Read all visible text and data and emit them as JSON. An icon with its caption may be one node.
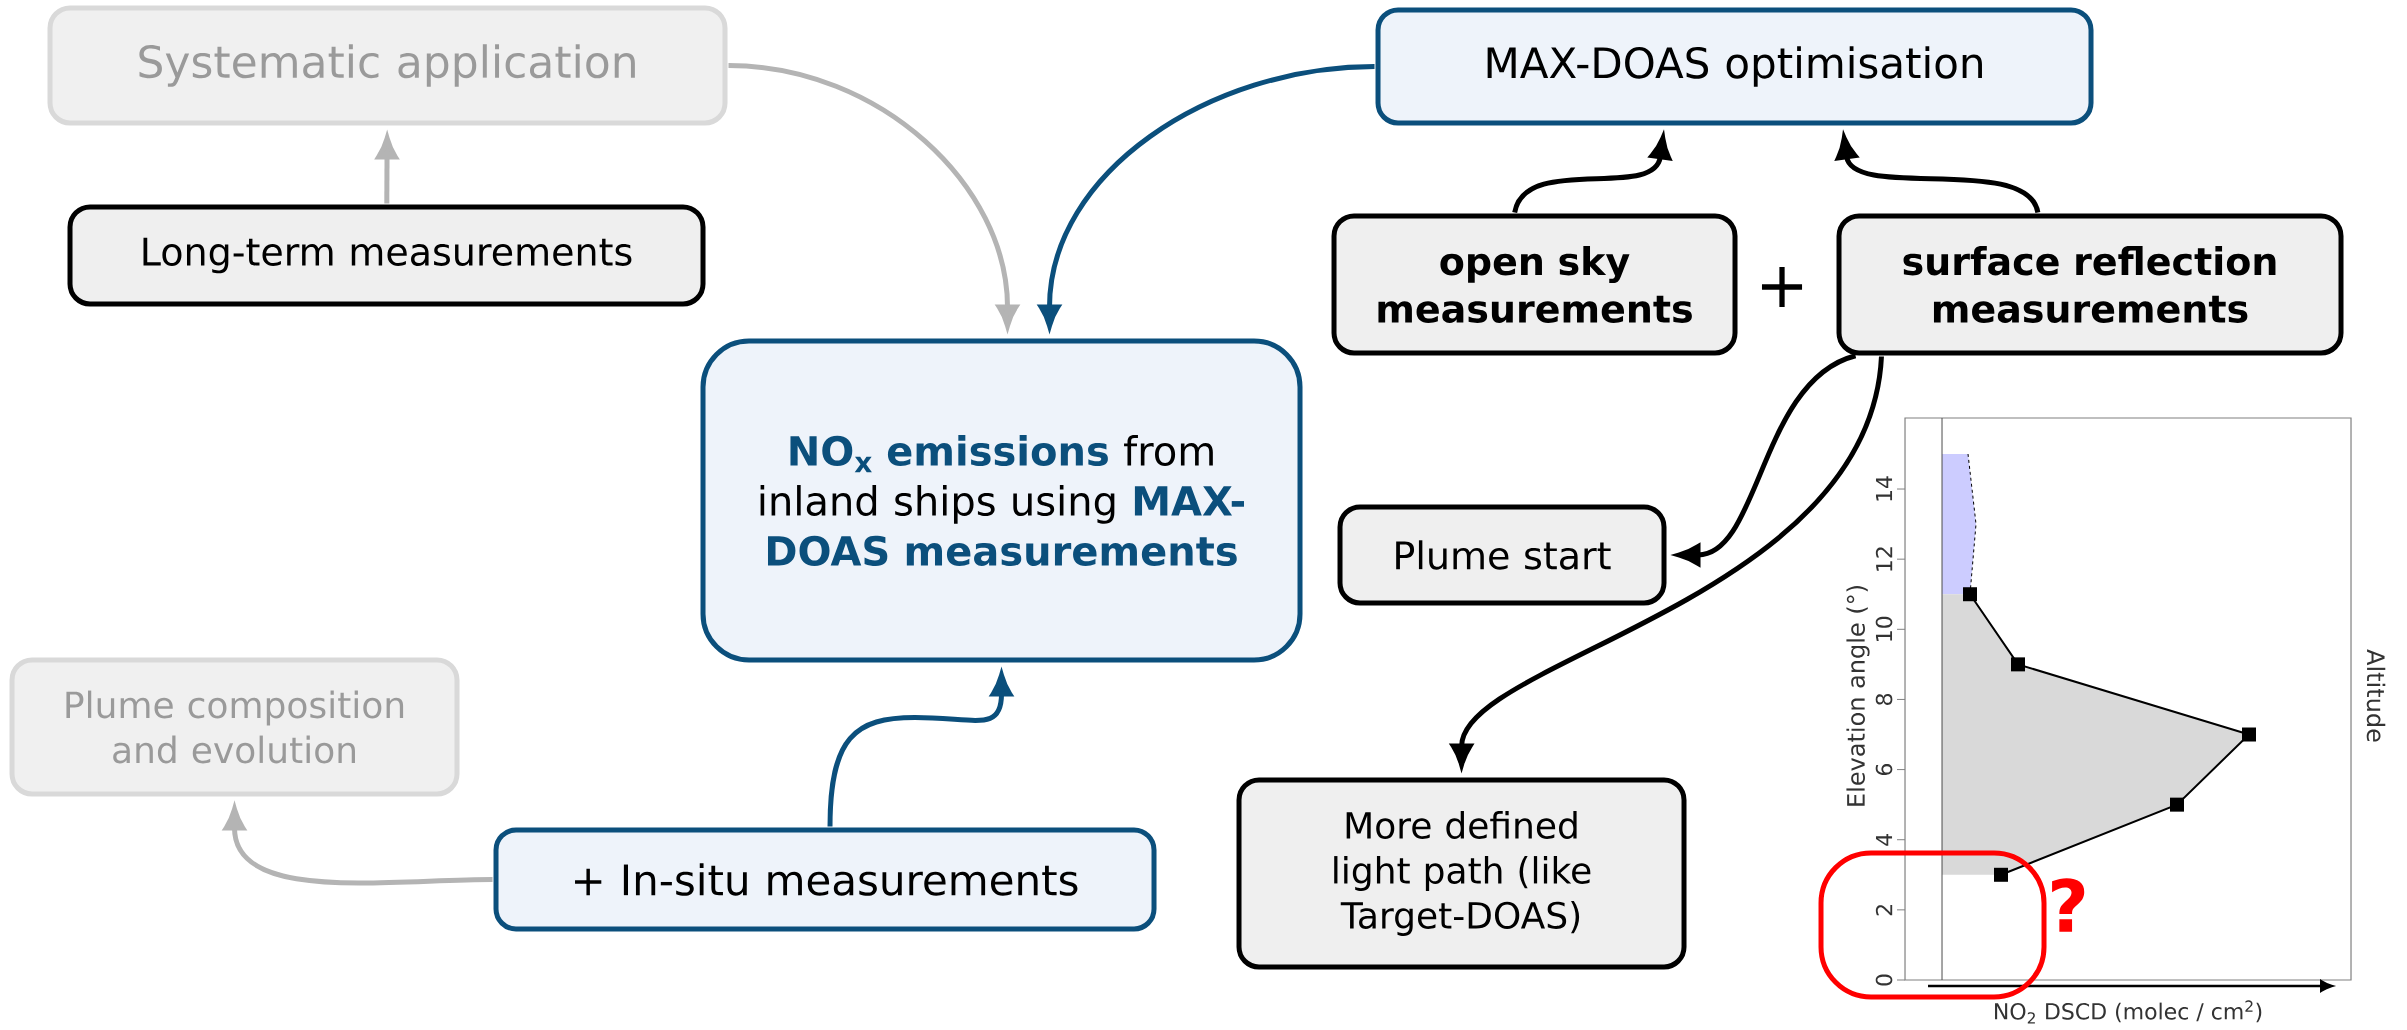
{
  "diagram": {
    "nodes": [
      {
        "text": [
          "Systematic application"
        ]
      },
      {
        "text": [
          "MAX-DOAS optimisation"
        ]
      },
      {
        "text": [
          "Long-term measurements"
        ]
      },
      {
        "text": [
          "open sky measurements"
        ]
      },
      {
        "text": [
          "surface reflection measurements"
        ]
      },
      {
        "text": [
          "**NO$_{x}$ emissions** from inland ships using **MAX-DOAS measurements**"
        ]
      },
      {
        "text": [
          "Plume start"
        ]
      },
      {
        "text": [
          "Plume composition and evolution"
        ]
      },
      {
        "text": [
          "+ In-situ measurements"
        ]
      },
      {
        "text": [
          "More defined light path (like Target-DOAS)"
        ]
      }
    ],
    "edges": [
      {
        "from": 2,
        "to": 0,
        "arrow": "to",
        "color": "#b4b4b4"
      },
      {
        "from": 0,
        "to": 5,
        "arrow": "to",
        "color": "#b4b4b4"
      },
      {
        "from": 1,
        "to": 5,
        "arrow": "to",
        "color": "#0b4f7c"
      },
      {
        "from": 3,
        "to": 1,
        "arrow": "to"
      },
      {
        "from": 4,
        "to": 1,
        "arrow": "to"
      },
      {
        "from": 4,
        "to": 6,
        "arrow": "to"
      },
      {
        "from": 4,
        "to": 9,
        "arrow": "to"
      },
      {
        "from": 8,
        "to": 5,
        "arrow": "to",
        "color": "#0b4f7c"
      },
      {
        "from": 8,
        "to": 7,
        "arrow": "to",
        "color": "#b4b4b4"
      }
    ],
    "labels": [
      "+",
      "14",
      "12",
      "10",
      "8",
      "6",
      "4",
      "2",
      "0",
      "Elevation angle (°)",
      "Altitude",
      "NO$_{2}$ DSCD (molec / cm$^{2}$)",
      "?"
    ]
  }
}
